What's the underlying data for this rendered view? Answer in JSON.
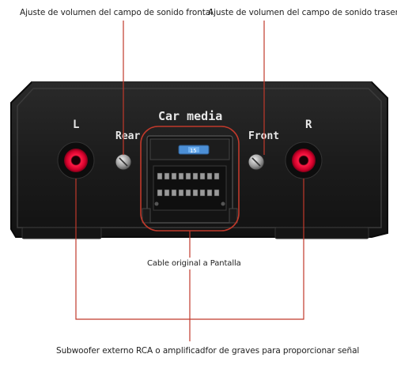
{
  "annotations": {
    "front_adjust": "Ajuste de volumen del campo de sonido frontal",
    "rear_adjust": "Ajuste de volumen del campo de sonido trasero",
    "cable": "Cable  original a Pantalla",
    "subwoofer": "Subwoofer externo RCA o amplificadfor de graves para proporcionar señal"
  },
  "device": {
    "brand": "Car media",
    "left_label": "L",
    "right_label": "R",
    "rear_label": "Rear",
    "front_label": "Front",
    "fuse_label": "15"
  },
  "colors": {
    "leader_line": "#c0392b",
    "rca_ring": "#e0002a",
    "housing": "#1b1b1b"
  }
}
